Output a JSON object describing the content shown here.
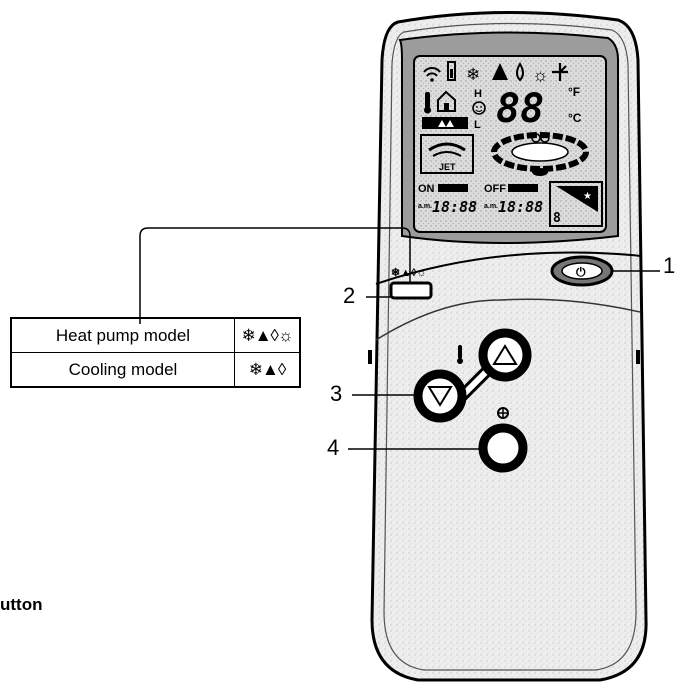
{
  "callouts": {
    "c1": "1",
    "c2": "2",
    "c3": "3",
    "c4": "4"
  },
  "lcd": {
    "temp_digits": "88",
    "unit_f": "°F",
    "unit_c": "°C",
    "on_label": "ON",
    "off_label": "OFF",
    "on_time": "18:88",
    "off_time": "18:88",
    "ampm": "a.m.",
    "fan_code": "8",
    "jet_label": "JET",
    "hi_label": "H",
    "lo_label": "L"
  },
  "mode_symbols_label": "❄▲◊☼",
  "table": {
    "rows": [
      {
        "model": "Heat pump model",
        "modes": "❄▲◊☼"
      },
      {
        "model": "Cooling model",
        "modes": "❄▲◊"
      }
    ]
  },
  "section_heading": "utton"
}
